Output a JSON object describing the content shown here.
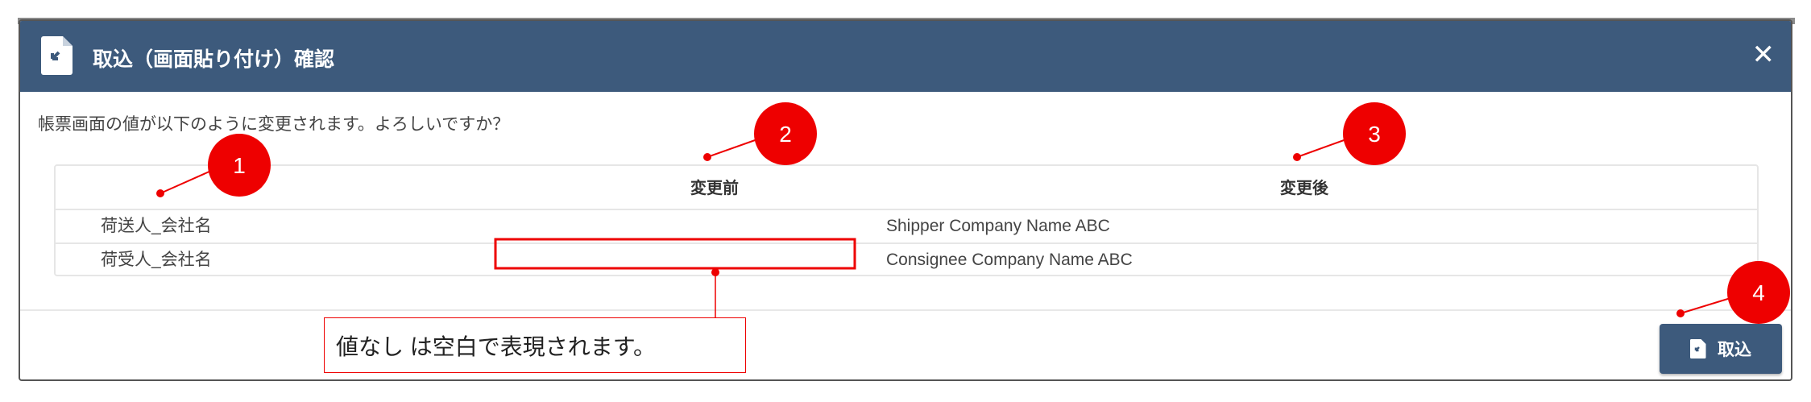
{
  "dialog": {
    "title": "取込（画面貼り付け）確認",
    "close_label": "✕",
    "message": "帳票画面の値が以下のように変更されます。よろしいですか？",
    "columns": [
      "",
      "変更前",
      "変更後"
    ],
    "rows": [
      {
        "field": "荷送人_会社名",
        "before": "",
        "after": "Shipper Company Name ABC"
      },
      {
        "field": "荷受人_会社名",
        "before": "",
        "after": "Consignee Company Name ABC"
      }
    ],
    "import_button": "取込"
  },
  "annotations": {
    "markers": [
      "1",
      "2",
      "3",
      "4"
    ],
    "note": "値なし は空白で表現されます。",
    "color": "#ee0000"
  }
}
